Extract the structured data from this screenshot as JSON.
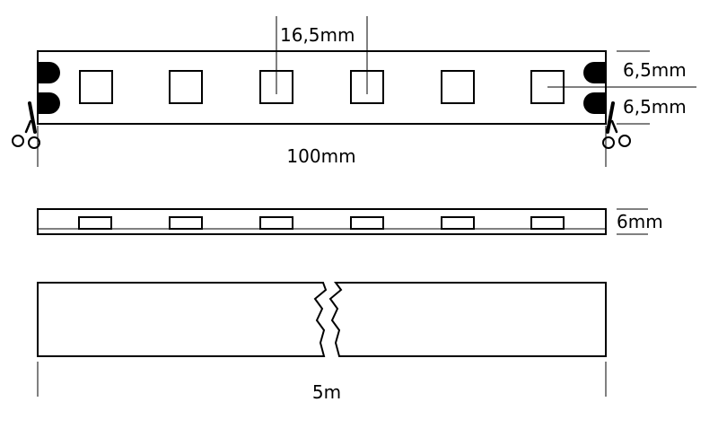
{
  "dimensions": {
    "led_pitch": "16,5mm",
    "pad_upper": "6,5mm",
    "pad_lower": "6,5mm",
    "segment_length": "100mm",
    "thickness": "6mm",
    "total_length": "5m"
  },
  "strip": {
    "led_count": 6
  },
  "icons": {
    "cut_mark": "scissors-icon",
    "break": "break-zigzag-icon"
  },
  "colors": {
    "line": "#000000",
    "background": "#ffffff"
  }
}
